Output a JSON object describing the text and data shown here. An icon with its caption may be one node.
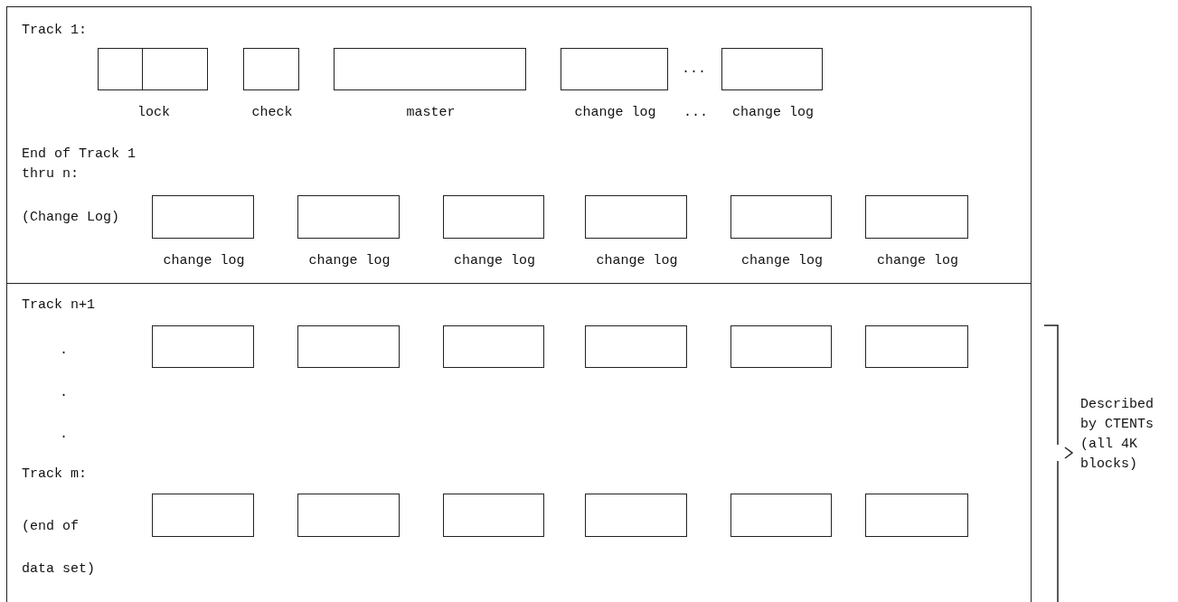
{
  "diagram": {
    "nodes": [
      {
        "text": [
          "Track 1:",
          "End of Track 1 thru n:",
          "(Change Log)"
        ]
      },
      {
        "text": [],
        "shape": "box",
        "in": 0,
        "beside": [
          "lock"
        ]
      },
      {
        "text": [],
        "shape": "box",
        "in": 0,
        "beside": [
          "check"
        ]
      },
      {
        "text": [],
        "shape": "box",
        "in": 0,
        "beside": [
          "master"
        ]
      },
      {
        "text": [],
        "shape": "box",
        "in": 0,
        "beside": [
          "change log"
        ]
      },
      {
        "text": [],
        "shape": "box",
        "in": 0,
        "beside": [
          "change log"
        ]
      },
      {
        "text": [],
        "shape": "box",
        "in": 0,
        "beside": [
          "change log"
        ]
      },
      {
        "text": [],
        "shape": "box",
        "in": 0,
        "beside": [
          "change log"
        ]
      },
      {
        "text": [],
        "shape": "box",
        "in": 0,
        "beside": [
          "change log"
        ]
      },
      {
        "text": [],
        "shape": "box",
        "in": 0,
        "beside": [
          "change log"
        ]
      },
      {
        "text": [],
        "shape": "box",
        "in": 0,
        "beside": [
          "change log"
        ]
      },
      {
        "text": [],
        "shape": "box",
        "in": 0,
        "beside": [
          "change log"
        ]
      },
      {
        "text": [
          "Track n+1",
          ".",
          ".",
          ".",
          "Track m:",
          "(end of data set)"
        ]
      },
      {
        "text": [],
        "shape": "box",
        "in": 12
      },
      {
        "text": [],
        "shape": "box",
        "in": 12
      },
      {
        "text": [],
        "shape": "box",
        "in": 12
      },
      {
        "text": [],
        "shape": "box",
        "in": 12
      },
      {
        "text": [],
        "shape": "box",
        "in": 12
      },
      {
        "text": [],
        "shape": "box",
        "in": 12
      },
      {
        "text": [],
        "shape": "box",
        "in": 12
      },
      {
        "text": [],
        "shape": "box",
        "in": 12
      },
      {
        "text": [],
        "shape": "box",
        "in": 12
      },
      {
        "text": [],
        "shape": "box",
        "in": 12
      },
      {
        "text": [],
        "shape": "box",
        "in": 12
      },
      {
        "text": [],
        "shape": "box",
        "in": 12
      }
    ],
    "labels": [
      "...",
      "...",
      "Described by CTENTs (all 4K blocks)"
    ]
  }
}
